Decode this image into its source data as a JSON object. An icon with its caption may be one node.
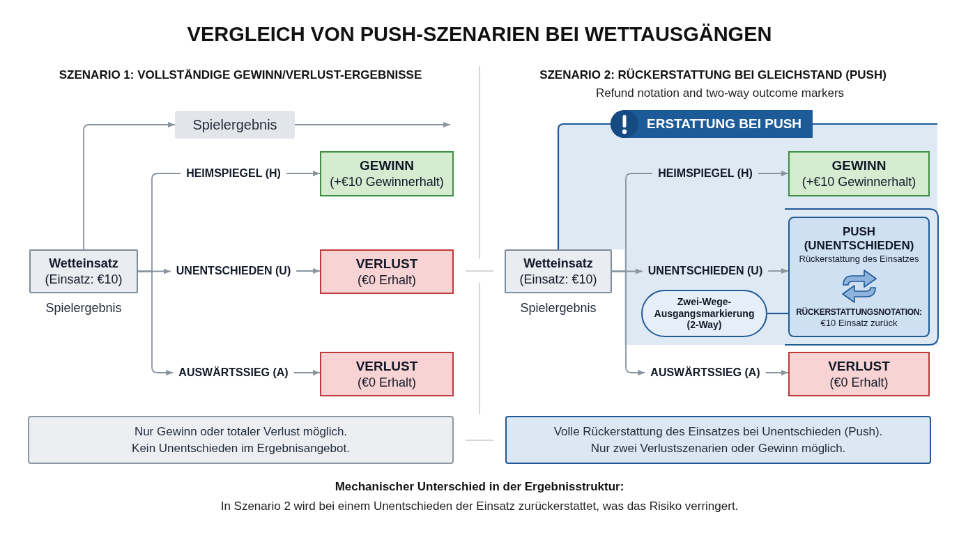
{
  "diagram": {
    "title": "VERGLEICH VON PUSH-SZENARIEN BEI WETTAUSGÄNGEN",
    "nodes": [
      {
        "text": [
          "Wetteinsatz",
          "(Einsatz: €10)"
        ],
        "beside": [
          "Spielergebnis"
        ]
      },
      {
        "text": [
          "Spielergebnis"
        ]
      },
      {
        "text": [
          "HEIMSPIEGEL (H)"
        ]
      },
      {
        "text": [
          "GEWINN",
          "(+€10 Gewinnerhalt)"
        ]
      },
      {
        "text": [
          "UNENTSCHIEDEN (U)"
        ]
      },
      {
        "text": [
          "VERLUST",
          "(€0 Erhalt)"
        ]
      },
      {
        "text": [
          "AUSWÄRTSSIEG (A)"
        ]
      },
      {
        "text": [
          "VERLUST",
          "(€0 Erhalt)"
        ]
      },
      {
        "text": [
          "Nur Gewinn oder totaler Verlust möglich.",
          "Kein Unentschieden im Ergebnisangebot."
        ]
      },
      {
        "text": [
          "Wetteinsatz",
          "(Einsatz: €10)"
        ],
        "beside": [
          "Spielergebnis"
        ]
      },
      {
        "text": [
          "ERSTATTUNG BEI PUSH"
        ]
      },
      {
        "text": [
          "HEIMSPIEGEL (H)"
        ]
      },
      {
        "text": [
          "GEWINN",
          "(+€10 Gewinnerhalt)"
        ]
      },
      {
        "text": [
          "UNENTSCHIEDEN (U)"
        ]
      },
      {
        "text": [
          "PUSH (UNENTSCHIEDEN)",
          "Rückerstattung des Einsatzes",
          "RÜCKERSTATTUNGSNOTATION:",
          "€10 Einsatz zurück"
        ]
      },
      {
        "text": [
          "Zwei-Wege- Ausgangsmarkierung (2-Way)"
        ]
      },
      {
        "text": [
          "AUSWÄRTSSIEG (A)"
        ]
      },
      {
        "text": [
          "VERLUST",
          "(€0 Erhalt)"
        ]
      },
      {
        "text": [
          "Volle Rückerstattung des Einsatzes bei Unentschieden (Push).",
          "Nur zwei Verlustszenarien oder Gewinn möglich."
        ]
      }
    ],
    "edges": [
      {
        "from": 0,
        "to": 1,
        "arrow": "to"
      },
      {
        "from": 1,
        "to": null,
        "arrow": "to"
      },
      {
        "from": 0,
        "to": 2,
        "arrow": "none"
      },
      {
        "from": 0,
        "to": 4,
        "arrow": "to"
      },
      {
        "from": 0,
        "to": 6,
        "arrow": "to"
      },
      {
        "from": 2,
        "to": 3,
        "arrow": "to"
      },
      {
        "from": 4,
        "to": 5,
        "arrow": "to"
      },
      {
        "from": 6,
        "to": 7,
        "arrow": "to"
      },
      {
        "from": 9,
        "to": 10,
        "arrow": "none",
        "color": "#1f5a96"
      },
      {
        "from": 10,
        "to": null,
        "arrow": "none",
        "color": "#1f5a96"
      },
      {
        "from": 9,
        "to": 11,
        "arrow": "none"
      },
      {
        "from": 9,
        "to": 13,
        "arrow": "to"
      },
      {
        "from": 9,
        "to": 16,
        "arrow": "to"
      },
      {
        "from": 11,
        "to": 12,
        "arrow": "to"
      },
      {
        "from": 13,
        "to": 14,
        "arrow": "to"
      },
      {
        "from": 16,
        "to": 17,
        "arrow": "to"
      },
      {
        "from": 15,
        "to": 14,
        "arrow": "none",
        "color": "#1f5a96"
      }
    ],
    "labels": [
      "SZENARIO 1: VOLLSTÄNDIGE GEWINN/VERLUST-ERGEBNISSE",
      "SZENARIO 2: RÜCKERSTATTUNG BEI GLEICHSTAND (PUSH)",
      "Refund notation and two-way outcome markers",
      "Mechanischer Unterschied in der Ergebnisstruktur:",
      "In Szenario 2 wird bei einem Unentschieden der Einsatz zurückerstattet, was das Risiko verringert."
    ]
  }
}
